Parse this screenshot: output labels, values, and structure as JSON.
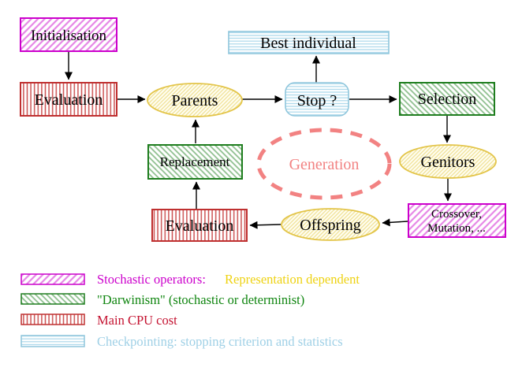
{
  "diagram": {
    "nodes": {
      "initialisation": "Initialisation",
      "evaluation_top": "Evaluation",
      "parents": "Parents",
      "stop": "Stop ?",
      "best_individual": "Best individual",
      "selection": "Selection",
      "replacement": "Replacement",
      "generation": "Generation",
      "genitors": "Genitors",
      "crossover_line1": "Crossover,",
      "crossover_line2": "Mutation, ...",
      "offspring": "Offspring",
      "evaluation_bottom": "Evaluation"
    },
    "legend": {
      "items": [
        {
          "swatch": "stochastic-operators-swatch",
          "label": "Stochastic operators:",
          "note": "Representation dependent"
        },
        {
          "swatch": "darwinism-swatch",
          "label": "\"Darwinism\" (stochastic or determinist)"
        },
        {
          "swatch": "main-cpu-cost-swatch",
          "label": "Main CPU cost"
        },
        {
          "swatch": "checkpointing-swatch",
          "label": "Checkpointing: stopping criterion and statistics"
        }
      ]
    },
    "colors": {
      "magenta": "#cc00cc",
      "magenta_hatch": "#e687e6",
      "red": "#bf3030",
      "red_stripe": "#cc5252",
      "red_text": "#c41230",
      "green": "#1e7d1e",
      "green_hatch": "#8fbf8f",
      "green_text": "#0f850f",
      "cyan": "#8fc6dc",
      "cyan_stripe": "#a8d7ea",
      "cyan_text": "#9fd0e6",
      "yellow_border": "#e3c54a",
      "yellow_fill": "#fffef2",
      "yellow_hatch": "#efdf90",
      "gold_text": "#eed211",
      "salmon": "#f28282",
      "black": "#000000"
    }
  }
}
